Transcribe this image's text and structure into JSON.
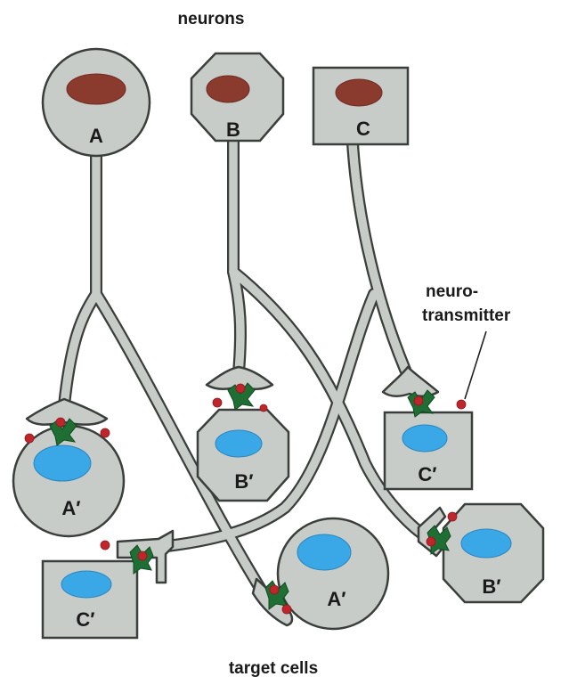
{
  "title": "neurons",
  "footer": "target cells",
  "callout": {
    "line1": "neuro-",
    "line2": "transmitter"
  },
  "neurons": [
    {
      "label": "A",
      "shape": "circle"
    },
    {
      "label": "B",
      "shape": "hexagon"
    },
    {
      "label": "C",
      "shape": "square"
    }
  ],
  "targets": [
    {
      "label": "A′",
      "shape": "circle"
    },
    {
      "label": "B′",
      "shape": "hexagon"
    },
    {
      "label": "C′",
      "shape": "square"
    },
    {
      "label": "A′",
      "shape": "circle"
    },
    {
      "label": "B′",
      "shape": "hexagon"
    },
    {
      "label": "C′",
      "shape": "square"
    }
  ],
  "colors": {
    "cell_fill": "#c8ccc9",
    "outline": "#3a3f3c",
    "neuron_nucleus": "#8b3a2e",
    "target_nucleus": "#3aa7e6",
    "receptor": "#1f6e33",
    "neurotransmitter": "#c0252b"
  }
}
